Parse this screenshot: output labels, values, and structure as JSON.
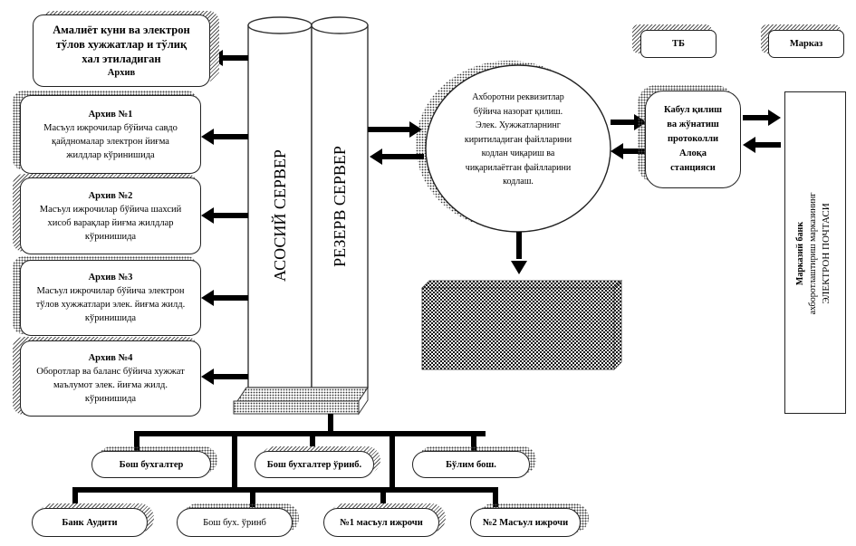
{
  "archive_main": {
    "lines": [
      "Амалиёт куни ва электрон",
      "тўлов хужжатлар и тўлиқ",
      "хал этиладиган",
      "Архив"
    ]
  },
  "archives": [
    {
      "title": "Архив №1",
      "lines": [
        "Масъул ижрочилар бўйича савдо",
        "қайдномалар электрон йиғма",
        "жилдлар кўринишида"
      ]
    },
    {
      "title": "Архив №2",
      "lines": [
        "Масъул ижрочилар бўйича шахсий",
        "хисоб варақлар йиғма жилдлар",
        "кўринишида"
      ]
    },
    {
      "title": "Архив №3",
      "lines": [
        "Масъул ижрочилар бўйича электрон",
        "тўлов хужжатлари элек. йиғма жилд.",
        "кўринишида"
      ]
    },
    {
      "title": "Архив №4",
      "lines": [
        "Оборотлар ва баланс бўйича хужжат",
        "маълумот элек. йиғма жилд.",
        "кўринишида"
      ]
    }
  ],
  "servers": {
    "main": "АСОСИЙ СЕРВЕР",
    "reserve": "РЕЗЕРВ СЕРВЕР"
  },
  "circle": {
    "lines": [
      "Ахборотни реквизитлар",
      "бўйича назорат қилиш.",
      "Элек. Хужжатларнинг",
      "киритиладиган файлларини",
      "кодлан чиқариш ва",
      "чиқарилаётган файлларини",
      "кодлаш."
    ]
  },
  "station": {
    "lines": [
      "Кабул қилиш",
      "ва жўнатиш",
      "протоколли",
      "Алоқа",
      "станцияси"
    ]
  },
  "top_right": {
    "tb": "ТБ",
    "markaz": "Марказ"
  },
  "email": {
    "line1": "Марказий банк",
    "line2": "ахборотлаштириш марказининг",
    "line3": "ЭЛЕКТРОН ПОЧТАСИ"
  },
  "hatched_box": {
    "lines": [
      "",
      "",
      ""
    ]
  },
  "org": {
    "row1": [
      "Бош бухгалтер",
      "Бош бухгалтер ўринб.",
      "Бўлим бош."
    ],
    "row2": [
      "Банк Аудити",
      "Бош бух. ўринб",
      "№1 масъул ижрочи",
      "№2 Масъул ижрочи"
    ]
  }
}
